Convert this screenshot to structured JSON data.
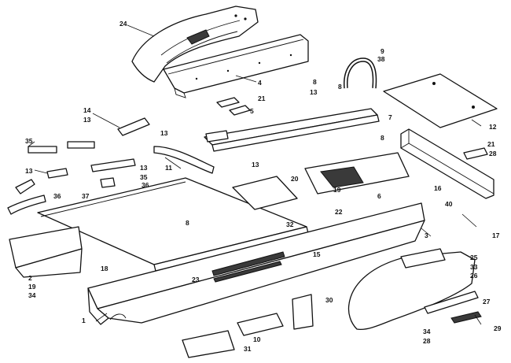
{
  "callouts": {
    "c1": "1",
    "c2": "2",
    "c3": "3",
    "c4": "4",
    "c5": "5",
    "c6": "6",
    "c7": "7",
    "c8a": "8",
    "c8b": "8",
    "c8c": "8",
    "c8d": "8",
    "c9": "9",
    "c10": "10",
    "c11": "11",
    "c12": "12",
    "c13a": "13",
    "c13b": "13",
    "c13c": "13",
    "c13d": "13",
    "c13e": "13",
    "c13f": "13",
    "c14": "14",
    "c15": "15",
    "c16": "16",
    "c17": "17",
    "c18": "18",
    "c19a": "19",
    "c19b": "19",
    "c20": "20",
    "c21a": "21",
    "c21b": "21",
    "c22": "22",
    "c23": "23",
    "c24": "24",
    "c25": "25",
    "c26": "26",
    "c27": "27",
    "c28a": "28",
    "c28b": "28",
    "c29": "29",
    "c30": "30",
    "c31": "31",
    "c32": "32",
    "c33": "33",
    "c34a": "34",
    "c34b": "34",
    "c35a": "35",
    "c35b": "35",
    "c36a": "36",
    "c36b": "36",
    "c37": "37",
    "c38": "38",
    "c40": "40"
  }
}
